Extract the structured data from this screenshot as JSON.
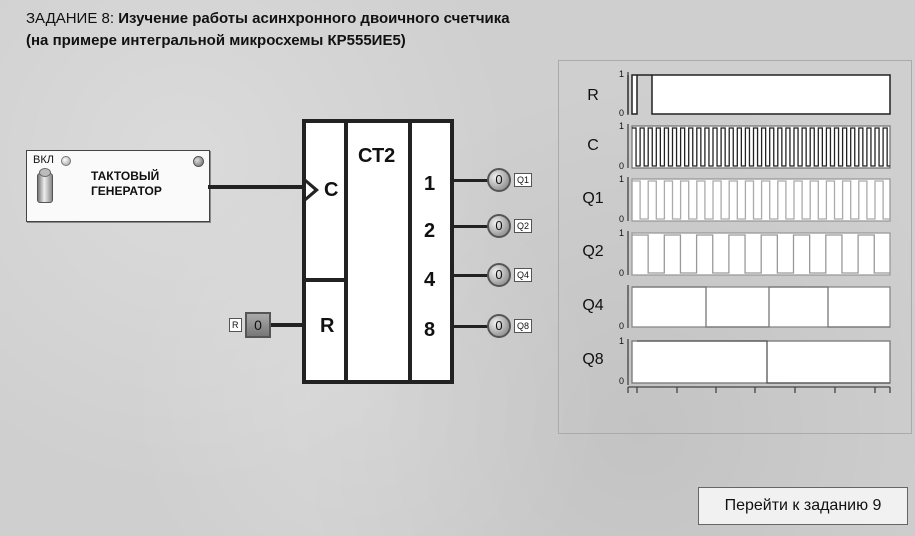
{
  "title": {
    "prefix": "ЗАДАНИЕ 8:",
    "line1": "Изучение работы асинхронного двоичного счетчика",
    "line2": "(на примере интегральной  микросхемы  КР555ИЕ5)"
  },
  "generator": {
    "power_label": "ВКЛ",
    "name_line1": "ТАКТОВЫЙ",
    "name_line2": "ГЕНЕРАТОР"
  },
  "chip": {
    "title": "СТ2",
    "clock_input": "C",
    "reset_input": "R",
    "weights": [
      "1",
      "2",
      "4",
      "8"
    ]
  },
  "outputs": [
    {
      "value": "0",
      "tag": "Q1"
    },
    {
      "value": "0",
      "tag": "Q2"
    },
    {
      "value": "0",
      "tag": "Q4"
    },
    {
      "value": "0",
      "tag": "Q8"
    }
  ],
  "reset_control": {
    "tag": "R",
    "value": "0"
  },
  "timing": {
    "rows": [
      {
        "label": "R",
        "high": "1",
        "low": "0"
      },
      {
        "label": "C",
        "high": "1",
        "low": "0"
      },
      {
        "label": "Q1",
        "high": "1",
        "low": "0"
      },
      {
        "label": "Q2",
        "high": "1",
        "low": "0"
      },
      {
        "label": "Q4",
        "high": "",
        "low": "0"
      },
      {
        "label": "Q8",
        "high": "1",
        "low": "0"
      }
    ]
  },
  "nav_button": "Перейти к заданию 9"
}
